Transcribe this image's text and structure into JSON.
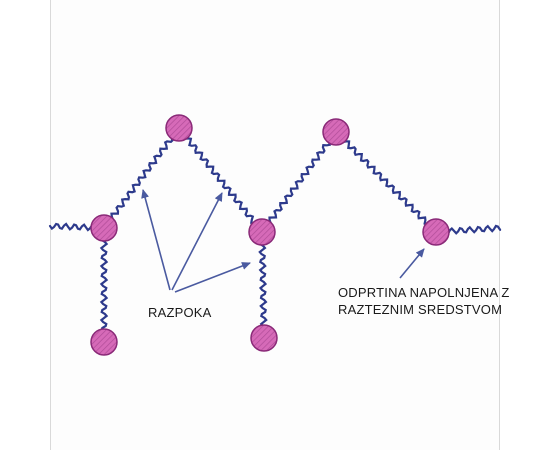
{
  "labels": {
    "crack": "RAZPOKA",
    "opening_line1": "ODPRTINA NAPOLNJENA Z",
    "opening_line2": "RAZTEZNIM SREDSTVOM"
  },
  "colors": {
    "chain": "#2d3a8c",
    "node_fill": "#d66ab8",
    "node_stroke": "#8a2a78",
    "arrow": "#4a5aa0"
  },
  "icons": {
    "node": "hatched-circle-node-icon",
    "arrow": "arrow-icon"
  }
}
